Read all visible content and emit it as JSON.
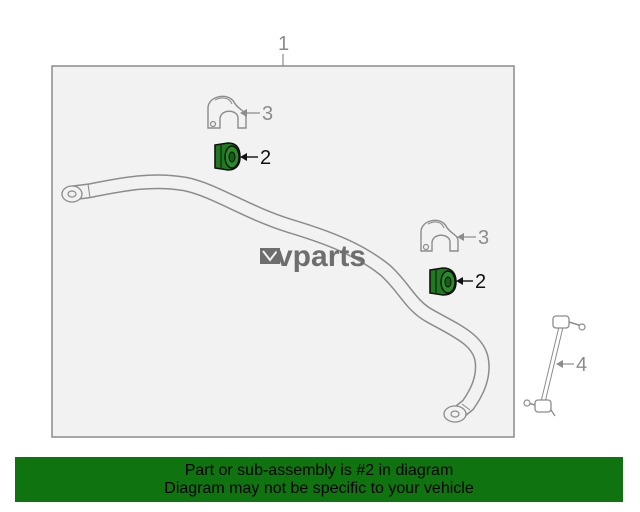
{
  "callouts": {
    "assembly": "1",
    "bushing_left": "2",
    "bushing_right": "2",
    "bracket_left": "3",
    "bracket_right": "3",
    "link": "4"
  },
  "watermark": "vparts",
  "colors": {
    "banner": "#0f730f",
    "highlight": "#1f7a1f",
    "outline": "#8c8c8c"
  },
  "banner": {
    "line1": "Part or sub-assembly is #2 in diagram",
    "line2": "Diagram may not be specific to your vehicle"
  }
}
